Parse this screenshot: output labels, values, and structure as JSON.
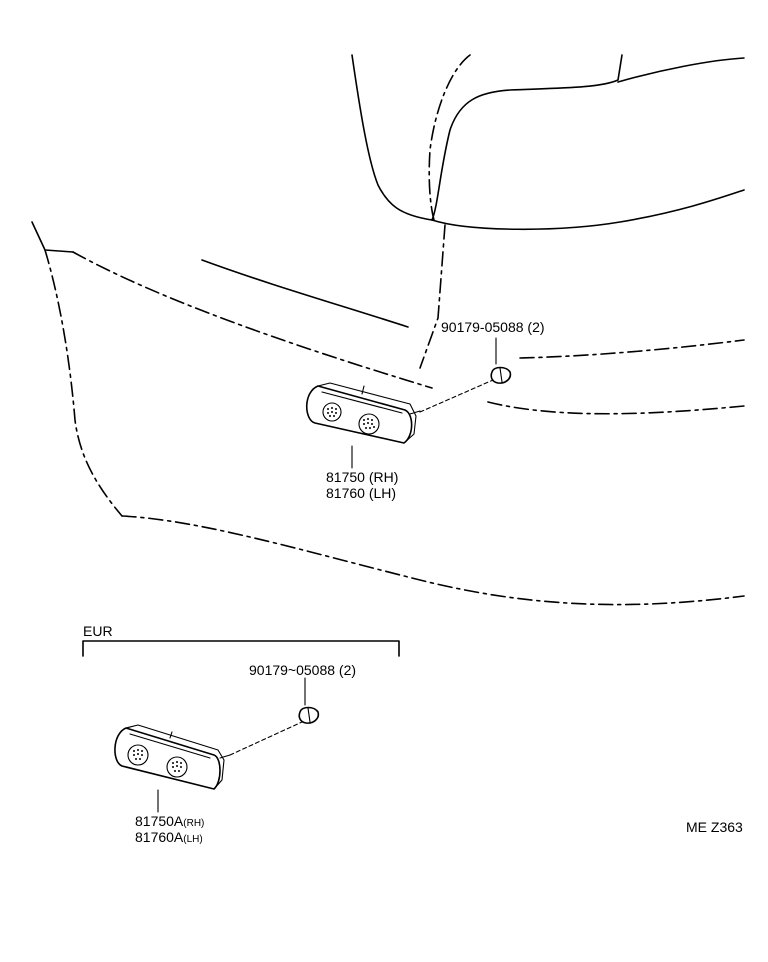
{
  "upper": {
    "clip_part_no": "90179-05088 (2)",
    "lamp_rh": "81750 (RH)",
    "lamp_lh": "81760 (LH)"
  },
  "eur": {
    "header": "EUR",
    "clip_part_no": "90179~05088 (2)",
    "lamp_rh_no": "81750A",
    "lamp_rh_side": "(RH)",
    "lamp_lh_no": "81760A",
    "lamp_lh_side": "(LH)"
  },
  "figure_code": "ME Z363"
}
